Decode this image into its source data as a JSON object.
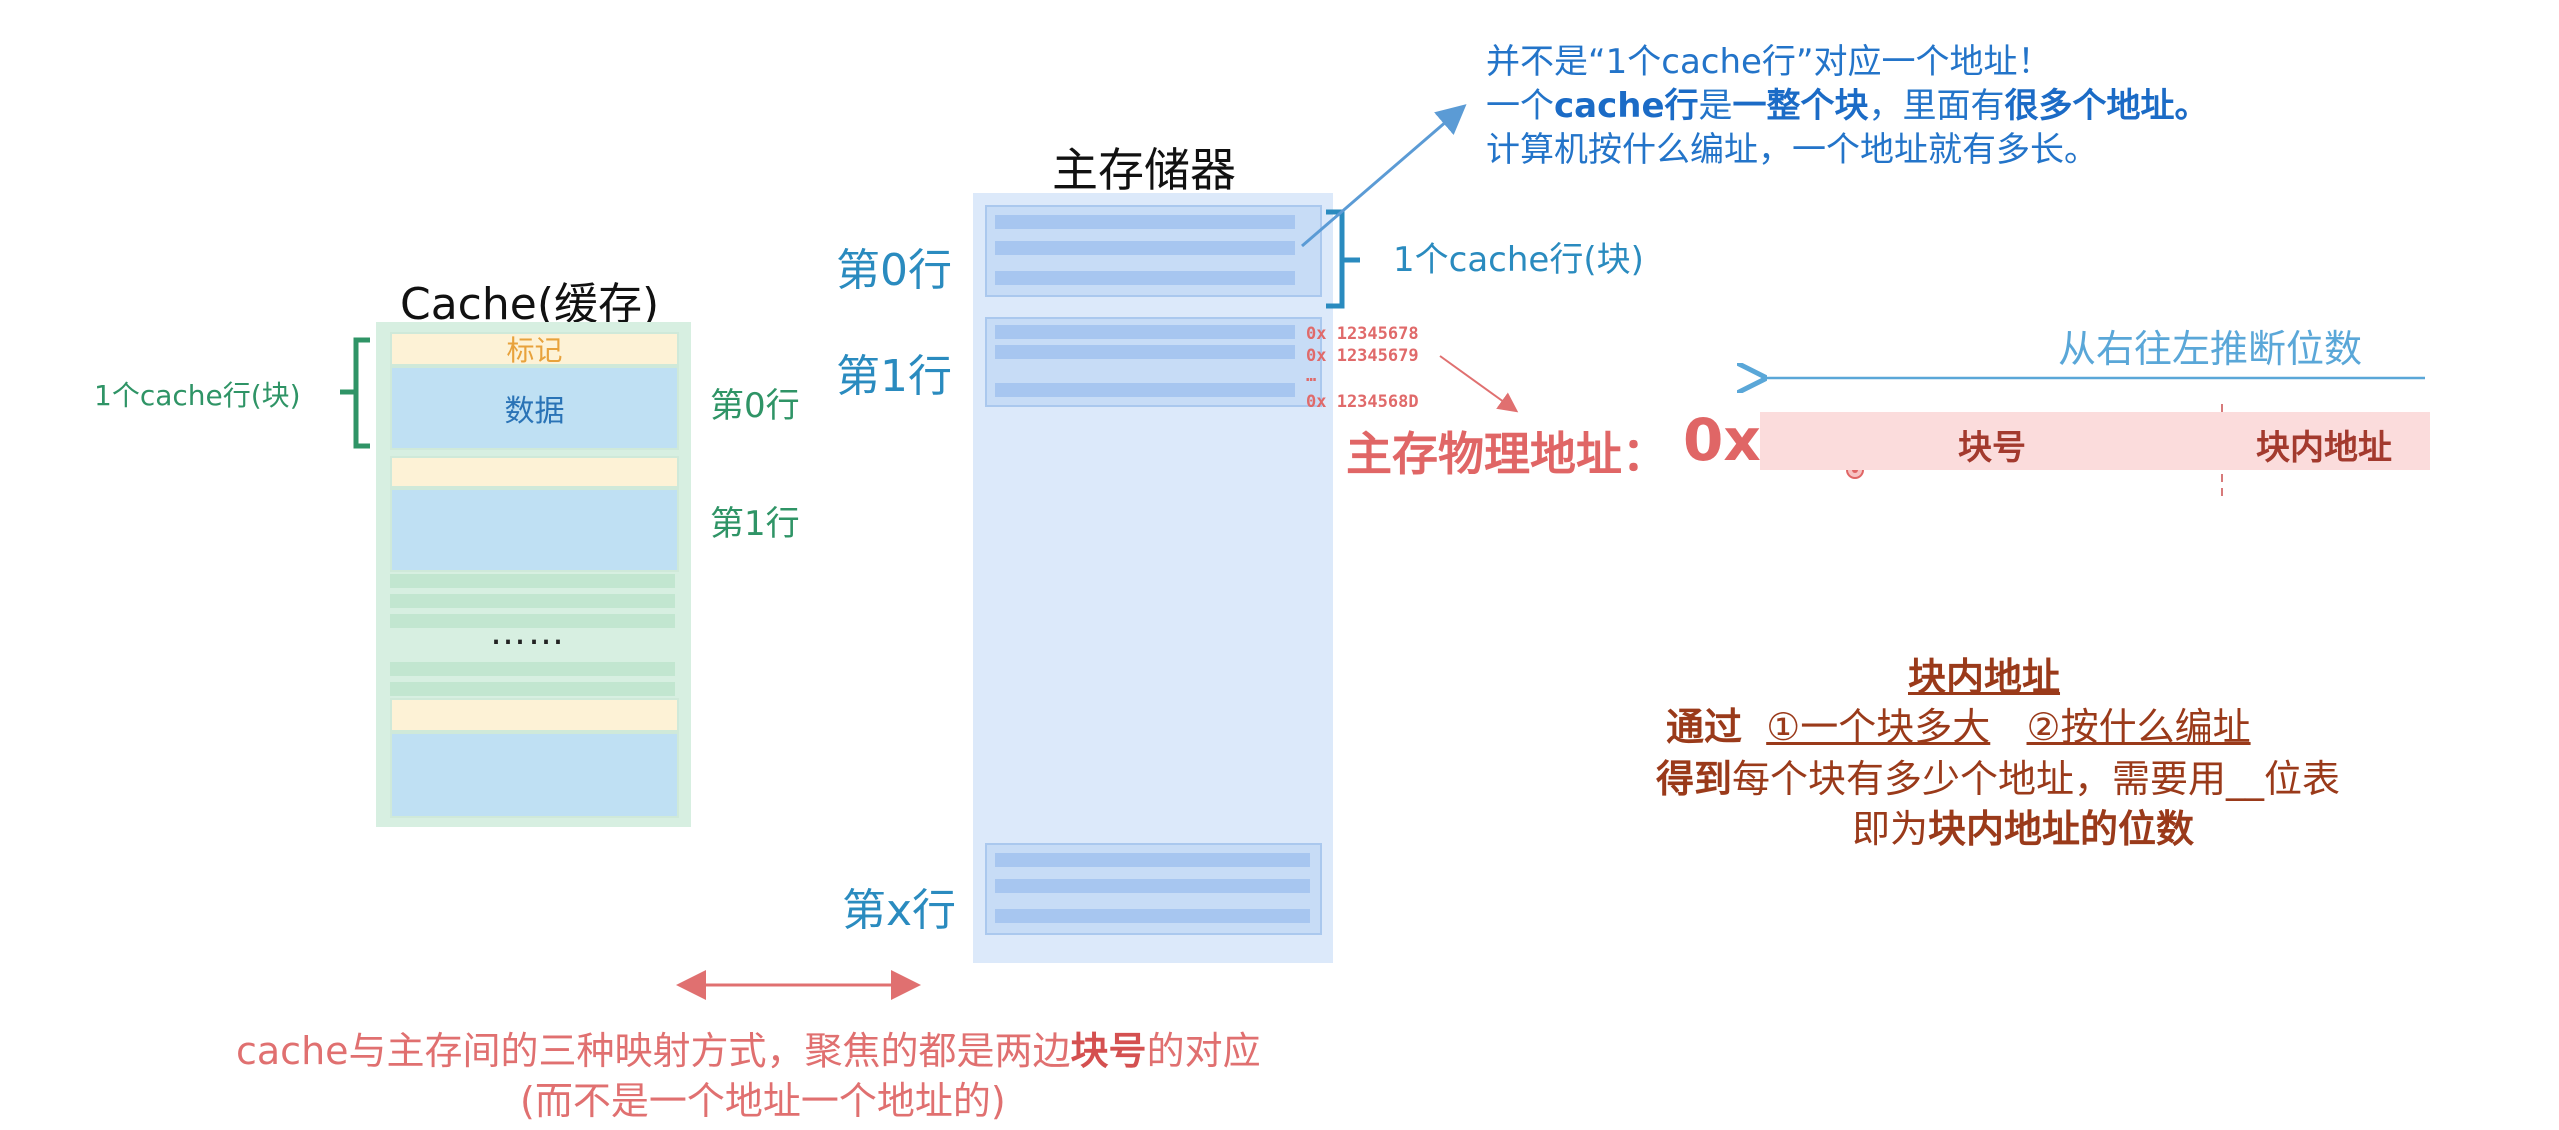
{
  "cache": {
    "title": "Cache(缓存)",
    "tag_label": "标记",
    "data_label": "数据",
    "ellipsis": "……",
    "line_label": "1个cache行(块)",
    "row0": "第0行",
    "row1": "第1行"
  },
  "memory": {
    "title": "主存储器",
    "row0": "第0行",
    "row1": "第1行",
    "rowx": "第x行",
    "line_label": "1个cache行(块)",
    "addresses": [
      "0x 12345678",
      "0x 12345679",
      "…",
      "0x 1234568D"
    ]
  },
  "note": {
    "line1": "并不是“1个cache行”对应一个地址！",
    "line2_a": "一个",
    "line2_b": "cache行",
    "line2_c": "是",
    "line2_d": "一整个块",
    "line2_e": "，里面有",
    "line2_f": "很多个地址。",
    "line3": "计算机按什么编址，一个地址就有多长。"
  },
  "address": {
    "label": "主存物理地址：",
    "prefix": "0x",
    "block_no": "块号",
    "offset": "块内地址",
    "infer": "从右往左推断位数"
  },
  "explain": {
    "title": "块内地址",
    "via": "通过",
    "item1": "①一个块多大",
    "item2": "②按什么编址",
    "get": "得到",
    "get_rest": "每个块有多少个地址，需要用__位表",
    "result_a": "即为",
    "result_b": "块内地址的位数"
  },
  "bottom": {
    "line1_a": "cache与主存间的三种映射方式，聚焦的都是两边",
    "line1_b": "块号",
    "line1_c": "的对应",
    "line2": "(而不是一个地址一个地址的)"
  }
}
